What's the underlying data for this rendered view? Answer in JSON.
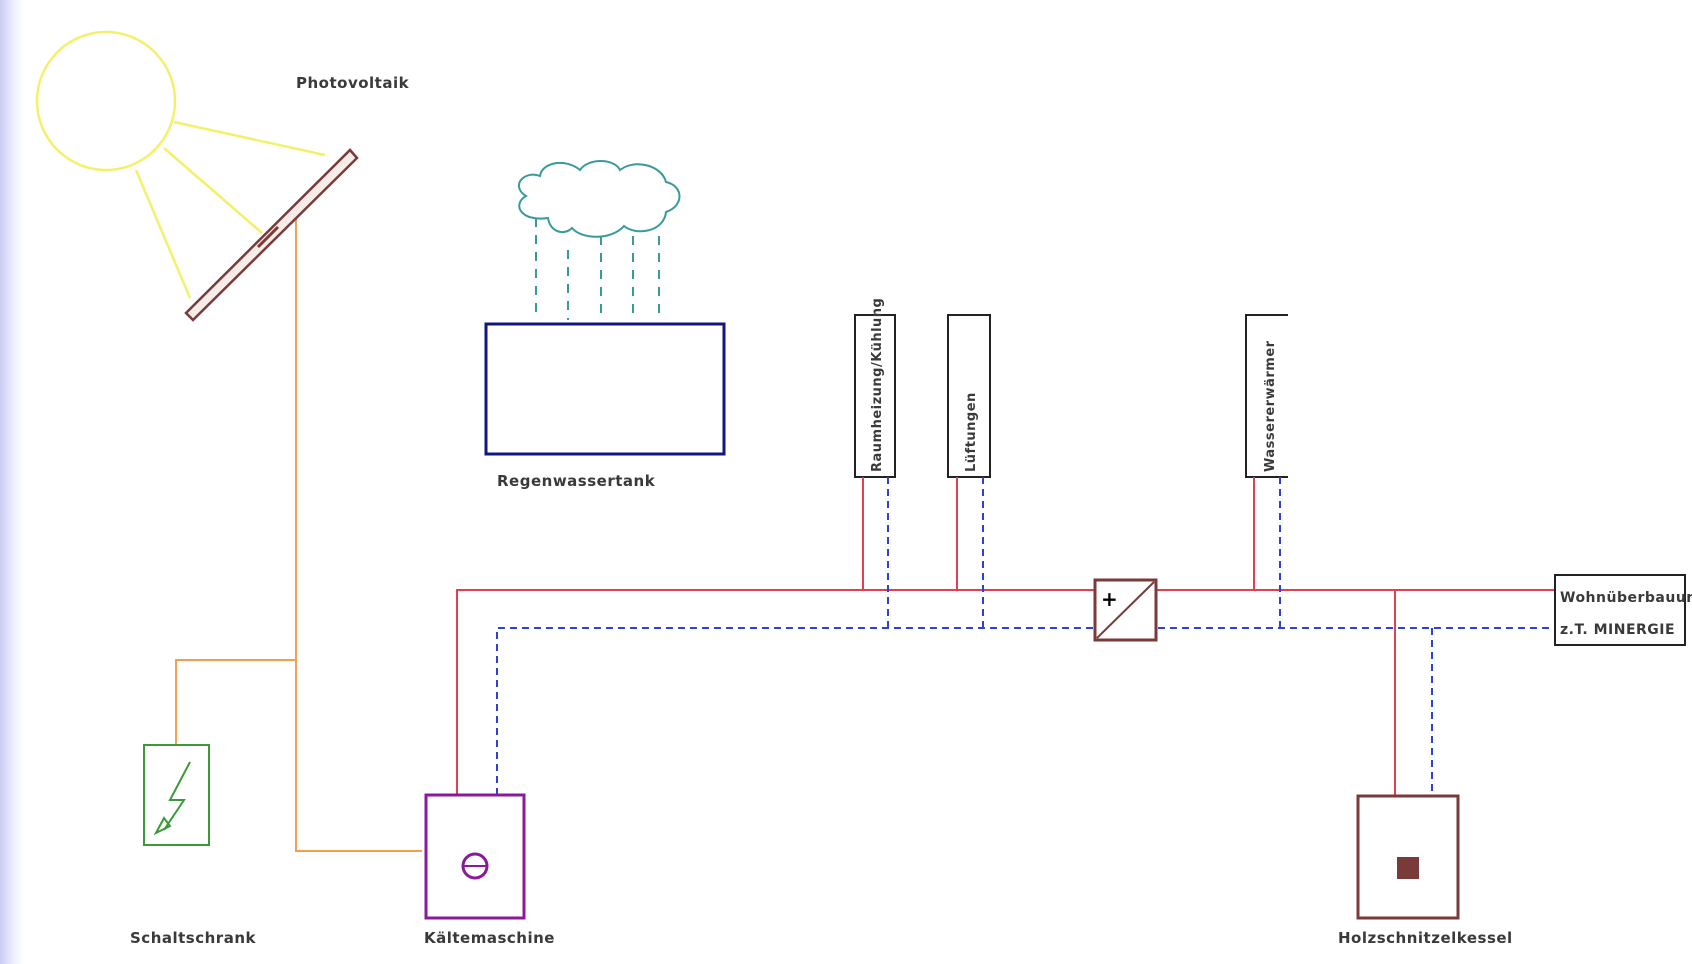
{
  "labels": {
    "photovoltaik": "Photovoltaik",
    "regenwassertank": "Regenwassertank",
    "schaltschrank": "Schaltschrank",
    "kaeltemaschine": "Kältemaschine",
    "holzschnitzelkessel": "Holzschnitzelkessel",
    "raumheizung": "Raumheizung/Kühlung",
    "lueftungen": "Lüftungen",
    "wassererwaermer": "Wassererwärmer",
    "wohnueberbauung_line1": "Wohnüberbauung",
    "wohnueberbauung_line2": "z.T. MINERGIE"
  },
  "colors": {
    "sun": "#f4f06a",
    "pv_panel": "#7a3a3a",
    "electric_line": "#f0a050",
    "supply_line": "#e04050",
    "return_line": "#3040d0",
    "cloud": "#3a9a9a",
    "tank": "#101880",
    "schaltschrank": "#3a9a3a",
    "kaeltemaschine": "#8a1a9a",
    "kessel": "#7a3a3a",
    "label_text": "#3a3a3a"
  }
}
